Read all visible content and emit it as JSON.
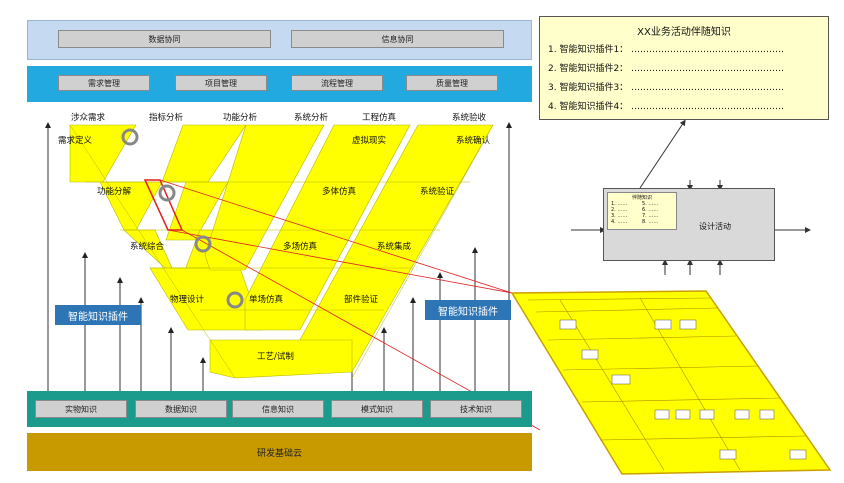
{
  "top_bar": {
    "items": [
      "数据协同",
      "信息协同"
    ]
  },
  "mgmt_bar": {
    "items": [
      "需求管理",
      "项目管理",
      "流程管理",
      "质量管理"
    ]
  },
  "stage_labels": {
    "top": [
      "涉众需求",
      "指标分析",
      "功能分析",
      "系统分析",
      "工程仿真",
      "系统验收"
    ],
    "left": [
      "需求定义",
      "功能分解",
      "系统综合",
      "物理设计",
      "单场仿真"
    ],
    "right": [
      "虚拟现实",
      "多体仿真",
      "多场仿真",
      "系统验证",
      "系统集成",
      "系统确认",
      "部件验证"
    ],
    "bottom": "工艺/试制"
  },
  "plugin_label": "智能知识插件",
  "knowledge_bar": {
    "items": [
      "实物知识",
      "数据知识",
      "信息知识",
      "模式知识",
      "技术知识"
    ]
  },
  "base_bar": {
    "label": "研发基础云"
  },
  "knowledge_panel": {
    "title": "XX业务活动伴随知识",
    "items": [
      "1.  智能知识插件1：  ……………………………………………",
      "2.  智能知识插件2：  ……………………………………………",
      "3.  智能知识插件3：  ……………………………………………",
      "4.  智能知识插件4：  ……………………………………………"
    ]
  },
  "activity": {
    "label": "设计活动",
    "inner_title": "伴随知识",
    "inner_items": [
      "1. ……",
      "5. ……",
      "2. ……",
      "6. ……",
      "3. ……",
      "7. ……",
      "4. ……",
      "8. ……"
    ]
  },
  "colors": {
    "yellow": "#ffff00",
    "panel": "#ffffcc",
    "teal": "#1a9b8c",
    "cyan": "#22a9e0",
    "gold": "#c89a00",
    "lightblue": "#c5daf0",
    "red": "#e02020"
  }
}
